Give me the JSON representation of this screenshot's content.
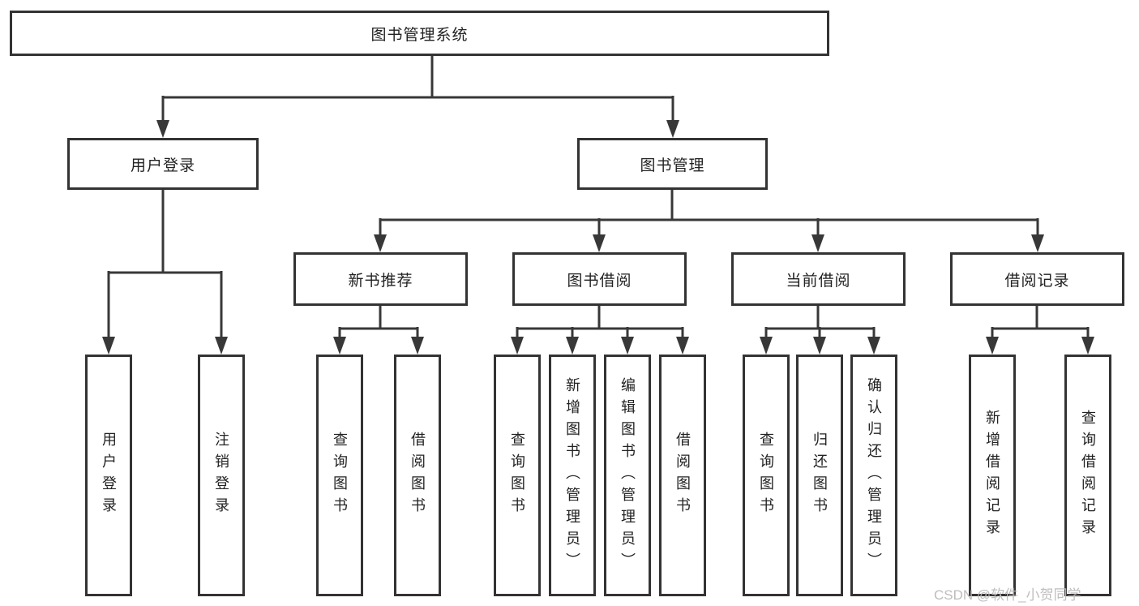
{
  "diagram": {
    "title": "图书管理系统",
    "root": {
      "label": "图书管理系统"
    },
    "level1": [
      {
        "label": "用户登录"
      },
      {
        "label": "图书管理"
      }
    ],
    "level2": [
      {
        "label": "新书推荐"
      },
      {
        "label": "图书借阅"
      },
      {
        "label": "当前借阅"
      },
      {
        "label": "借阅记录"
      }
    ],
    "leaves": [
      {
        "label": "用户登录"
      },
      {
        "label": "注销登录"
      },
      {
        "label": "查询图书"
      },
      {
        "label": "借阅图书"
      },
      {
        "label": "查询图书"
      },
      {
        "label": "新增图书（管理员）"
      },
      {
        "label": "编辑图书（管理员）"
      },
      {
        "label": "借阅图书"
      },
      {
        "label": "查询图书"
      },
      {
        "label": "归还图书"
      },
      {
        "label": "确认归还（管理员）"
      },
      {
        "label": "新增借阅记录"
      },
      {
        "label": "查询借阅记录"
      }
    ],
    "colors": {
      "line": "#383838",
      "border": "#333333",
      "text": "#222222",
      "watermark": "#b9b9b9"
    }
  },
  "watermark": "CSDN @软件_小贺同学"
}
